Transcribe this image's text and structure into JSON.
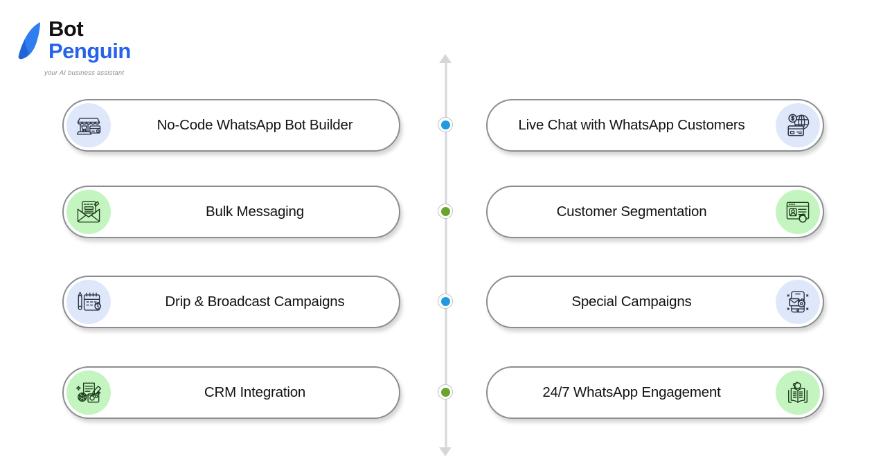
{
  "brand": {
    "name_line1": "Bot",
    "name_line2": "Penguin",
    "tagline": "your AI business assistant",
    "logo_icon": "penguin-logo-icon",
    "color_primary": "#2563eb",
    "color_dark": "#111111"
  },
  "timeline": {
    "arrow_top_icon": "arrow-up-icon",
    "arrow_bottom_icon": "arrow-down-icon",
    "line_color": "#d5d7da",
    "nodes": [
      {
        "color": "#1f9ae0",
        "name": "timeline-node-1"
      },
      {
        "color": "#6aa52b",
        "name": "timeline-node-2"
      },
      {
        "color": "#1f9ae0",
        "name": "timeline-node-3"
      },
      {
        "color": "#6aa52b",
        "name": "timeline-node-4"
      }
    ]
  },
  "features": {
    "left": [
      {
        "label": "No-Code WhatsApp Bot Builder",
        "icon": "storefront-cart-card-icon",
        "icon_bg": "blue",
        "icon_color": "#2b3445"
      },
      {
        "label": "Bulk Messaging",
        "icon": "envelope-letter-icon",
        "icon_bg": "green",
        "icon_color": "#1f3d1c"
      },
      {
        "label": "Drip & Broadcast Campaigns",
        "icon": "calendar-gear-clock-icon",
        "icon_bg": "blue",
        "icon_color": "#2b3445"
      },
      {
        "label": "CRM Integration",
        "icon": "document-pencil-media-icon",
        "icon_bg": "green",
        "icon_color": "#1f3d1c"
      }
    ],
    "right": [
      {
        "label": "Live Chat with WhatsApp Customers",
        "icon": "globe-dollar-card-icon",
        "icon_bg": "blue",
        "icon_color": "#2b3445"
      },
      {
        "label": "Customer Segmentation",
        "icon": "browser-user-gear-icon",
        "icon_bg": "green",
        "icon_color": "#1f3d1c"
      },
      {
        "label": "Special Campaigns",
        "icon": "mobile-envelope-gear-icon",
        "icon_bg": "blue",
        "icon_color": "#2b3445"
      },
      {
        "label": "24/7 WhatsApp Engagement",
        "icon": "book-gear-icon",
        "icon_bg": "green",
        "icon_color": "#1f3d1c"
      }
    ]
  }
}
